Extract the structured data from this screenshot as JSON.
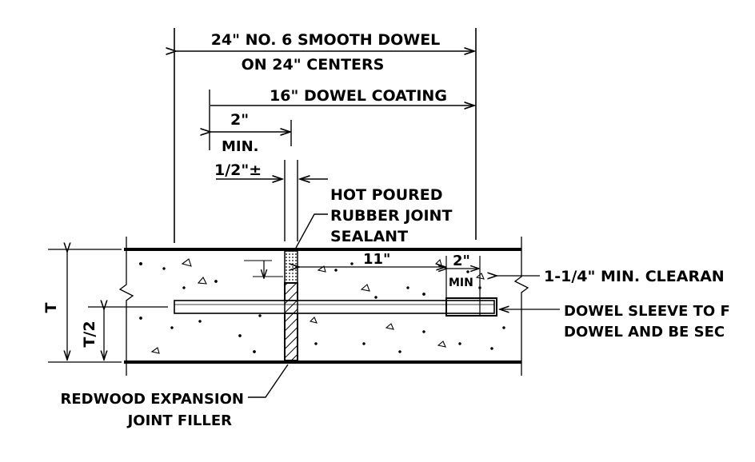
{
  "colors": {
    "ink": "#000000",
    "paper": "#ffffff",
    "sealant_fill": "#c8c8c8"
  },
  "labels": {
    "dowel_size": "24\" NO. 6 SMOOTH DOWEL",
    "dowel_spacing": "ON 24\" CENTERS",
    "dowel_coating": "16\" DOWEL COATING",
    "coating_overlap": "2\"",
    "coating_overlap_min": "MIN.",
    "sealant_gap": "1/2\"±",
    "sealant_line1": "HOT POURED",
    "sealant_line2": "RUBBER JOINT",
    "sealant_line3": "SEALANT",
    "clearance": "1-1/4\" MIN. CLEARAN",
    "sleeve_line1": "DOWEL SLEEVE TO F",
    "sleeve_line2": "DOWEL AND BE SEC",
    "dim_11": "11\"",
    "dim_2": "2\"",
    "dim_2_min": "MIN",
    "thickness": "T",
    "half_thickness": "T/2",
    "filler_line1": "REDWOOD EXPANSION",
    "filler_line2": "JOINT FILLER"
  }
}
